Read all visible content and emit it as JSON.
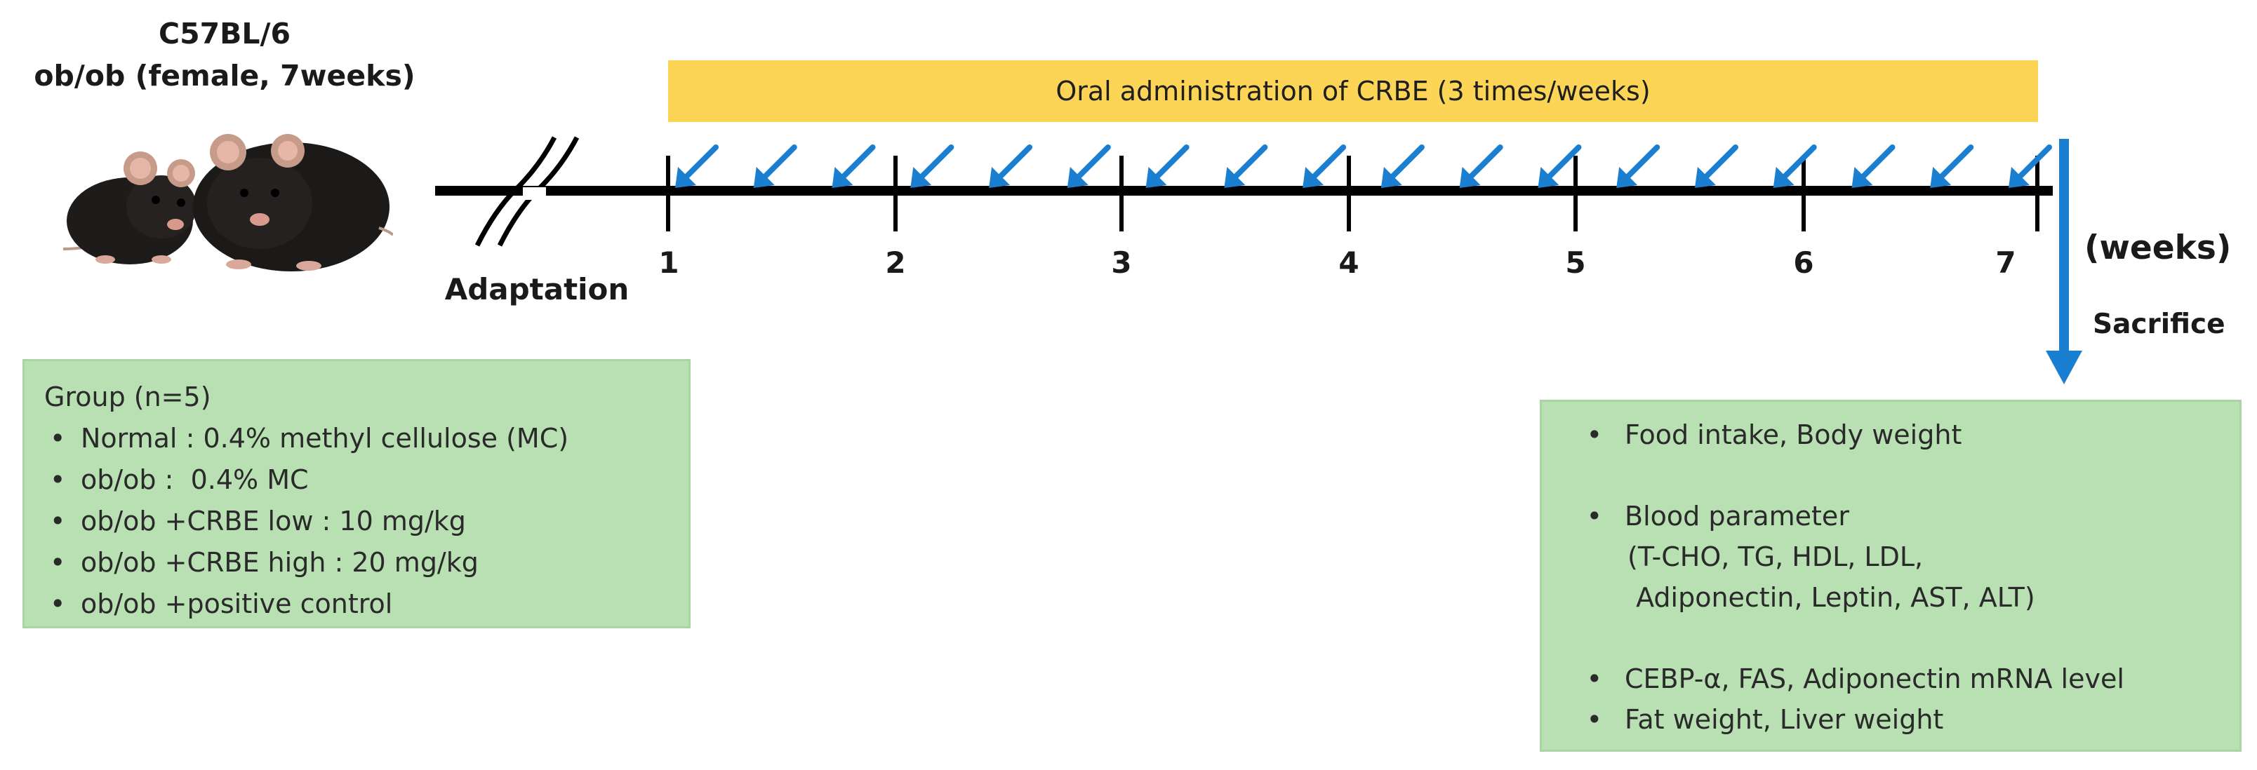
{
  "strain": {
    "line1": "C57BL/6",
    "line2": "ob/ob (female, 7weeks)"
  },
  "banner": "Oral administration of CRBE (3 times/weeks)",
  "adaptation_label": "Adaptation",
  "weeks": [
    "1",
    "2",
    "3",
    "4",
    "5",
    "6",
    "7"
  ],
  "weeks_unit": "(weeks)",
  "sacrifice_label": "Sacrifice",
  "group_box": {
    "title": "Group (n=5)",
    "items": [
      "Normal : 0.4% methyl cellulose (MC)",
      "ob/ob :  0.4% MC",
      "ob/ob +CRBE low : 10 mg/kg",
      "ob/ob +CRBE high : 20 mg/kg",
      "ob/ob +positive control"
    ]
  },
  "outcome_box": {
    "item1": "Food intake, Body weight",
    "item2": "Blood parameter",
    "item2_sub1": "(T-CHO, TG, HDL, LDL,",
    "item2_sub2": " Adiponectin, Leptin, AST, ALT)",
    "item3": "CEBP-α, FAS, Adiponectin mRNA level",
    "item4": "Fat weight, Liver weight"
  },
  "bullet": "•",
  "colors": {
    "banner": "#fcd556",
    "green_box": "#b8e0b2",
    "arrow_blue": "#1b7fd1",
    "timeline": "#000000"
  },
  "icons": {
    "mice": "mouse-pair-illustration",
    "dose_arrow": "diagonal-arrow-icon",
    "sacrifice_arrow": "down-arrow-icon",
    "break_mark": "axis-break-icon"
  }
}
